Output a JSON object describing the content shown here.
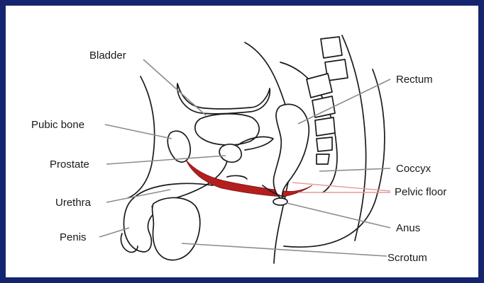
{
  "labels": {
    "bladder": "Bladder",
    "pubic_bone": "Pubic bone",
    "prostate": "Prostate",
    "urethra": "Urethra",
    "penis": "Penis",
    "rectum": "Rectum",
    "coccyx": "Coccyx",
    "pelvic_floor": "Pelvic floor",
    "anus": "Anus",
    "scrotum": "Scrotum"
  },
  "colors": {
    "frame": "#14246e",
    "pelvic_floor": "#b51e1e",
    "leader_line": "#8c8c8c",
    "pelvic_floor_leader": "#e79a9a"
  }
}
